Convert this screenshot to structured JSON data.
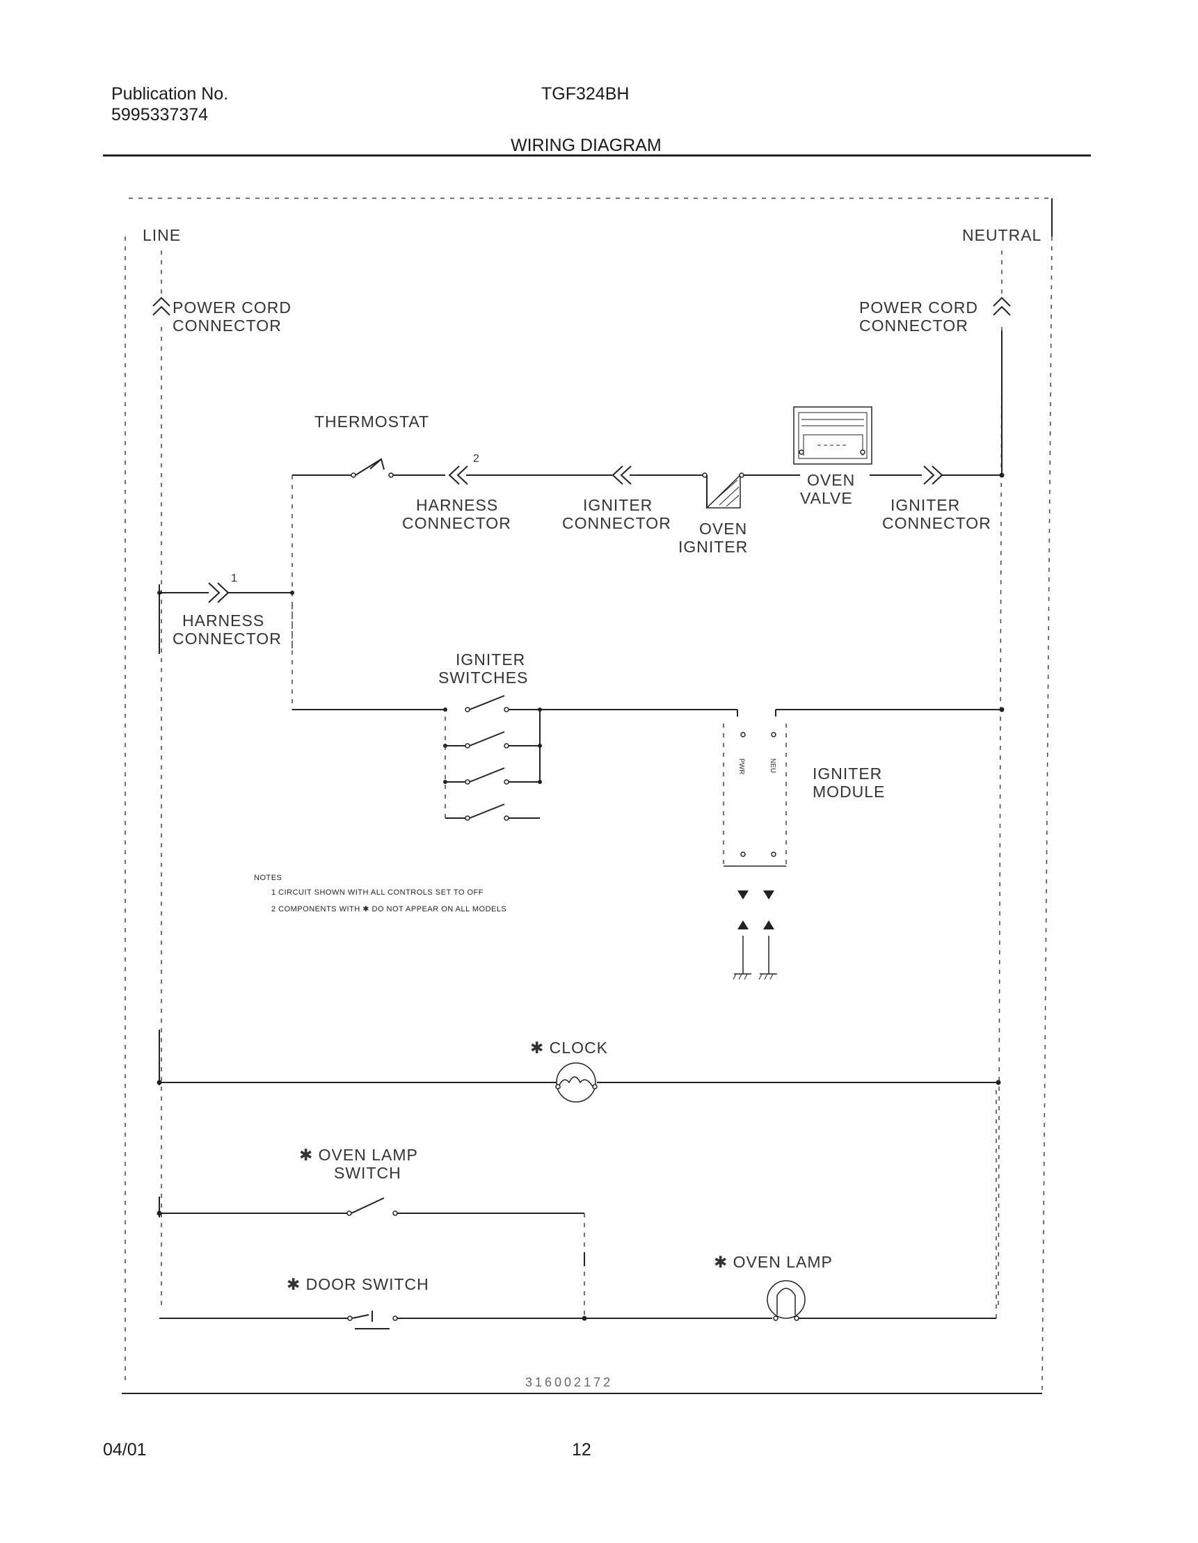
{
  "header": {
    "publication_label": "Publication No.",
    "publication_number": "5995337374",
    "model": "TGF324BH",
    "title": "WIRING DIAGRAM"
  },
  "diagram": {
    "line_label": "LINE",
    "neutral_label": "NEUTRAL",
    "power_cord_connector_left": [
      "POWER CORD",
      "CONNECTOR"
    ],
    "power_cord_connector_right": [
      "POWER CORD",
      "CONNECTOR"
    ],
    "thermostat": "THERMOSTAT",
    "harness_connector_top": [
      "HARNESS",
      "CONNECTOR"
    ],
    "harness_connector_top_number": "2",
    "igniter_connector_left": [
      "IGNITER",
      "CONNECTOR"
    ],
    "oven_igniter": [
      "OVEN",
      "IGNITER"
    ],
    "oven_valve": [
      "OVEN",
      "VALVE"
    ],
    "igniter_connector_right": [
      "IGNITER",
      "CONNECTOR"
    ],
    "harness_connector_left": [
      "HARNESS",
      "CONNECTOR"
    ],
    "harness_connector_left_number": "1",
    "igniter_switches": [
      "IGNITER",
      "SWITCHES"
    ],
    "igniter_module": [
      "IGNITER",
      "MODULE"
    ],
    "module_terminals": [
      "PWR",
      "NEU"
    ],
    "notes_title": "NOTES",
    "notes": [
      "1   CIRCUIT SHOWN WITH ALL CONTROLS SET TO OFF",
      "2   COMPONENTS WITH  ✱  DO NOT APPEAR ON ALL MODELS"
    ],
    "clock": "✱ CLOCK",
    "oven_lamp_switch": [
      "✱ OVEN LAMP",
      "SWITCH"
    ],
    "door_switch": "✱ DOOR SWITCH",
    "oven_lamp": "✱ OVEN LAMP",
    "drawing_number": "316002172"
  },
  "footer": {
    "date": "04/01",
    "page": "12"
  }
}
